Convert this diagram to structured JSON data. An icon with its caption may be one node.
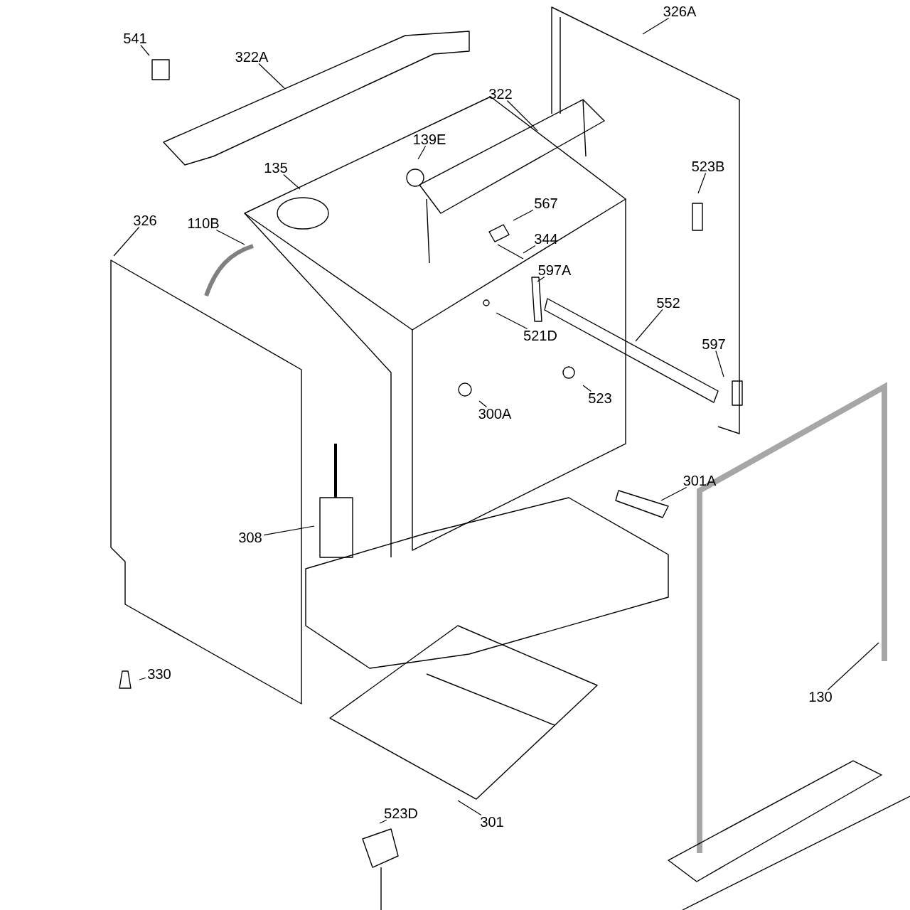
{
  "diagram": {
    "nodes": [
      {
        "text": [
          "541"
        ]
      },
      {
        "text": [
          "322A"
        ]
      },
      {
        "text": [
          "326A"
        ]
      },
      {
        "text": [
          "322"
        ]
      },
      {
        "text": [
          "139E"
        ]
      },
      {
        "text": [
          "135"
        ]
      },
      {
        "text": [
          "523B"
        ]
      },
      {
        "text": [
          "326"
        ]
      },
      {
        "text": [
          "110B"
        ]
      },
      {
        "text": [
          "567"
        ]
      },
      {
        "text": [
          "344"
        ]
      },
      {
        "text": [
          "597A"
        ]
      },
      {
        "text": [
          "552"
        ]
      },
      {
        "text": [
          "521D"
        ]
      },
      {
        "text": [
          "597"
        ]
      },
      {
        "text": [
          "523"
        ]
      },
      {
        "text": [
          "300A"
        ]
      },
      {
        "text": [
          "301A"
        ]
      },
      {
        "text": [
          "308"
        ]
      },
      {
        "text": [
          "130"
        ]
      },
      {
        "text": [
          "330"
        ]
      },
      {
        "text": [
          "523D"
        ]
      },
      {
        "text": [
          "301"
        ]
      }
    ],
    "edges": [
      {
        "from": 0,
        "to": null,
        "arrow": "none"
      },
      {
        "from": 1,
        "to": null,
        "arrow": "none"
      },
      {
        "from": 2,
        "to": null,
        "arrow": "none"
      },
      {
        "from": 3,
        "to": null,
        "arrow": "none"
      },
      {
        "from": 4,
        "to": null,
        "arrow": "none"
      },
      {
        "from": 5,
        "to": null,
        "arrow": "none"
      },
      {
        "from": 6,
        "to": null,
        "arrow": "none"
      },
      {
        "from": 7,
        "to": null,
        "arrow": "none"
      },
      {
        "from": 8,
        "to": null,
        "arrow": "none"
      },
      {
        "from": 9,
        "to": null,
        "arrow": "none"
      },
      {
        "from": 10,
        "to": null,
        "arrow": "none"
      },
      {
        "from": 11,
        "to": null,
        "arrow": "none"
      },
      {
        "from": 12,
        "to": null,
        "arrow": "none"
      },
      {
        "from": 13,
        "to": null,
        "arrow": "none"
      },
      {
        "from": 14,
        "to": null,
        "arrow": "none"
      },
      {
        "from": 15,
        "to": null,
        "arrow": "none"
      },
      {
        "from": 16,
        "to": null,
        "arrow": "none"
      },
      {
        "from": 17,
        "to": null,
        "arrow": "none"
      },
      {
        "from": 18,
        "to": null,
        "arrow": "none"
      },
      {
        "from": 19,
        "to": null,
        "arrow": "none"
      },
      {
        "from": 20,
        "to": null,
        "arrow": "none"
      },
      {
        "from": 21,
        "to": null,
        "arrow": "none"
      },
      {
        "from": 22,
        "to": null,
        "arrow": "none"
      }
    ]
  }
}
